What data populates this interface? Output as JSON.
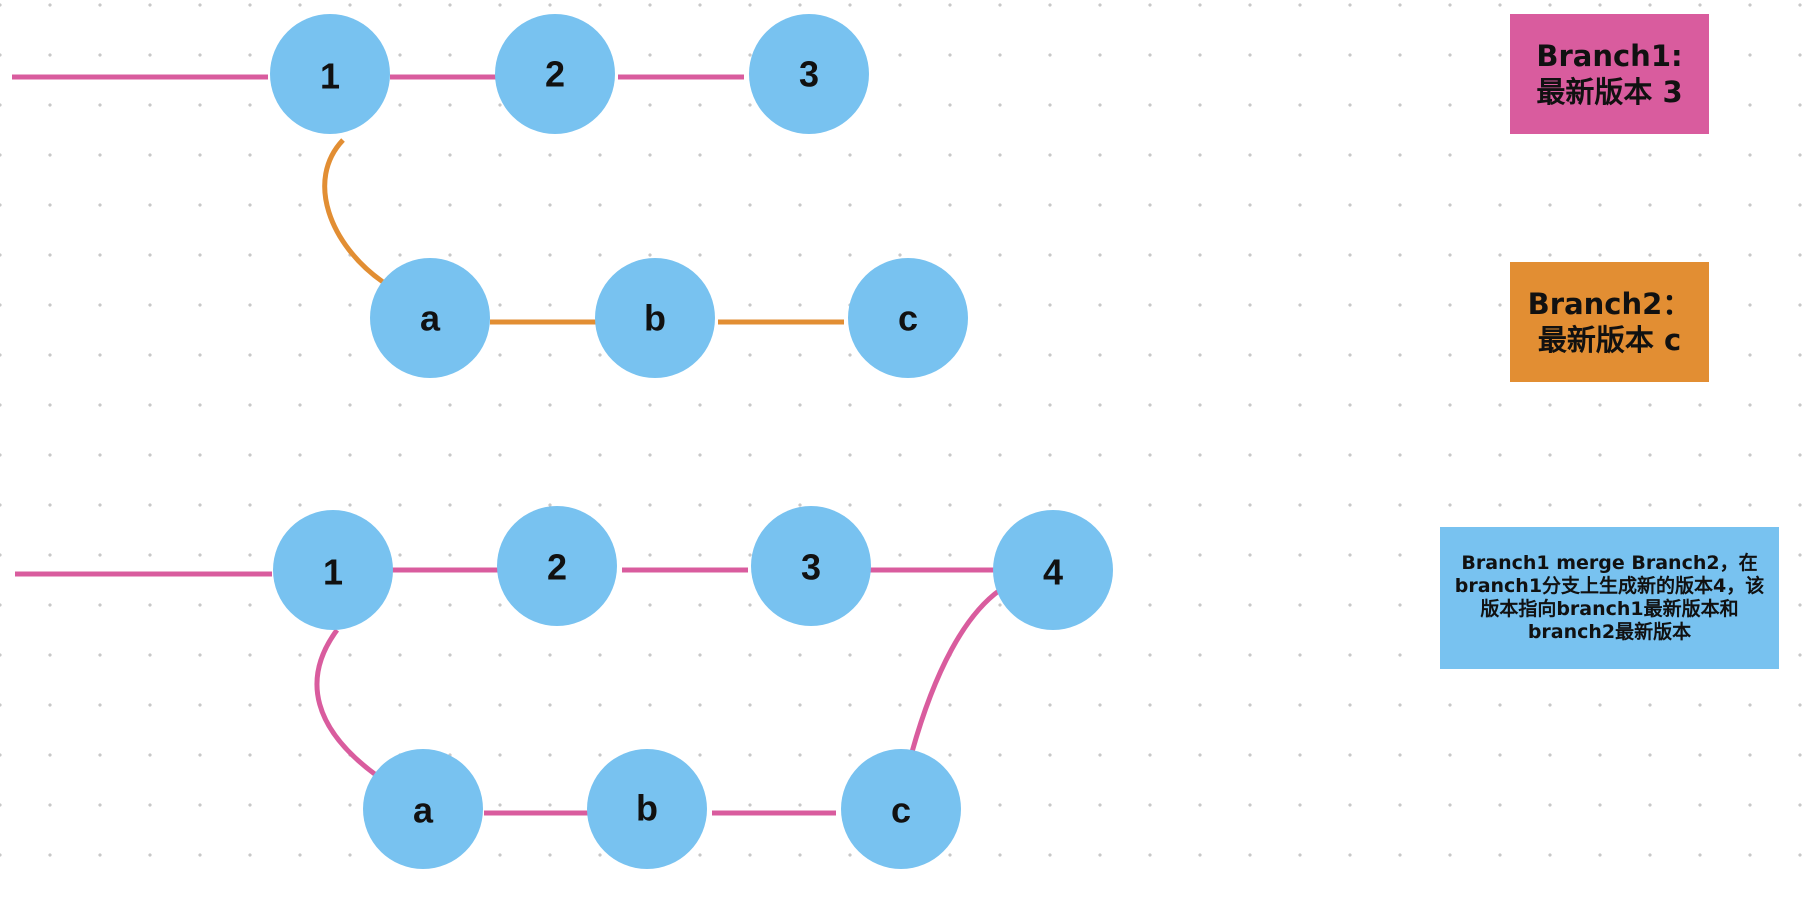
{
  "colors": {
    "branch1": "#d95c9e",
    "branch2": "#e28e33",
    "node": "#78c2f0",
    "background": "#ffffff",
    "grid_dot": "#c8c8c8"
  },
  "top_diagram": {
    "branch1_nodes": [
      "1",
      "2",
      "3"
    ],
    "branch2_nodes": [
      "a",
      "b",
      "c"
    ]
  },
  "bottom_diagram": {
    "branch1_nodes": [
      "1",
      "2",
      "3",
      "4"
    ],
    "branch2_nodes": [
      "a",
      "b",
      "c"
    ]
  },
  "legend": {
    "branch1": {
      "line1": "Branch1:",
      "line2": "最新版本 3"
    },
    "branch2": {
      "line1": "Branch2：",
      "line2": "最新版本 c"
    }
  },
  "note": {
    "text": "Branch1 merge Branch2，在branch1分支上生成新的版本4，该版本指向branch1最新版本和branch2最新版本"
  }
}
